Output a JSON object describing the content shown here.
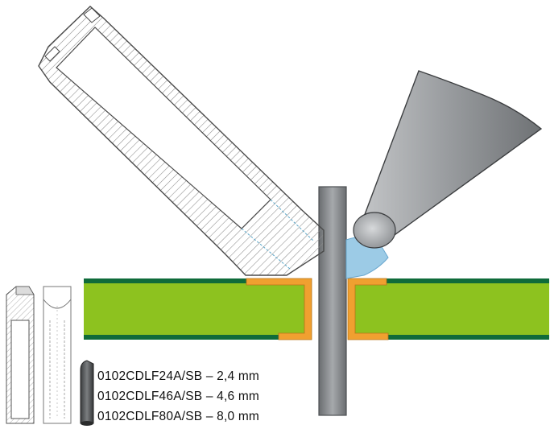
{
  "variants": [
    {
      "code": "0102CDLF24A/SB",
      "size": "2,4 mm"
    },
    {
      "code": "0102CDLF46A/SB",
      "size": "4,6 mm"
    },
    {
      "code": "0102CDLF80A/SB",
      "size": "8,0 mm"
    }
  ],
  "separator": " – ",
  "colors": {
    "pcb_green": "#8dc21f",
    "pcb_edge": "#0f6b3a",
    "copper_pad": "#f0a030",
    "component_lead": "#8c8f93",
    "solder_tip": "#a8aaad",
    "solder_joint": "#9ccbe6",
    "hatch_line": "#7a7a7a"
  },
  "icons": {
    "solder_tip_main": "chisel-solder-tip-cross-section",
    "soldering_iron": "soldering-iron-tip",
    "tip_side_view": "tip-side-view-icon",
    "tip_front_view": "tip-front-view-icon",
    "tip_small": "tip-miniature-icon"
  }
}
